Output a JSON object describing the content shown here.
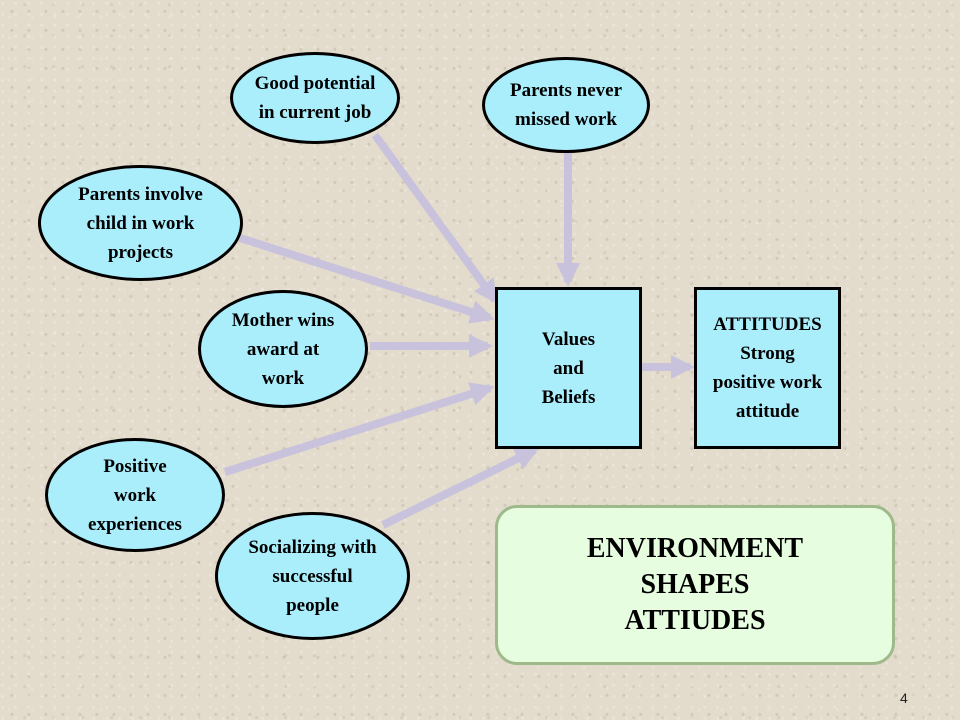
{
  "colors": {
    "node_fill": "#aaeefc",
    "summary_fill": "#e6fde0",
    "summary_border": "#9fba8a",
    "arrow": "#c8c2dc"
  },
  "nodes": {
    "good_potential": "Good potential\nin current job",
    "parents_never_missed": "Parents never\nmissed work",
    "parents_involve": "Parents involve\nchild in work\nprojects",
    "mother_wins": "Mother wins\naward at\nwork",
    "positive_experiences": "Positive\nwork\nexperiences",
    "socializing": "Socializing with\nsuccessful\npeople"
  },
  "values_box": "Values\nand\nBeliefs",
  "attitudes_box": "ATTITUDES\nStrong\npositive work\nattitude",
  "summary": "ENVIRONMENT\nSHAPES\nATTIUDES",
  "page_number": "4"
}
